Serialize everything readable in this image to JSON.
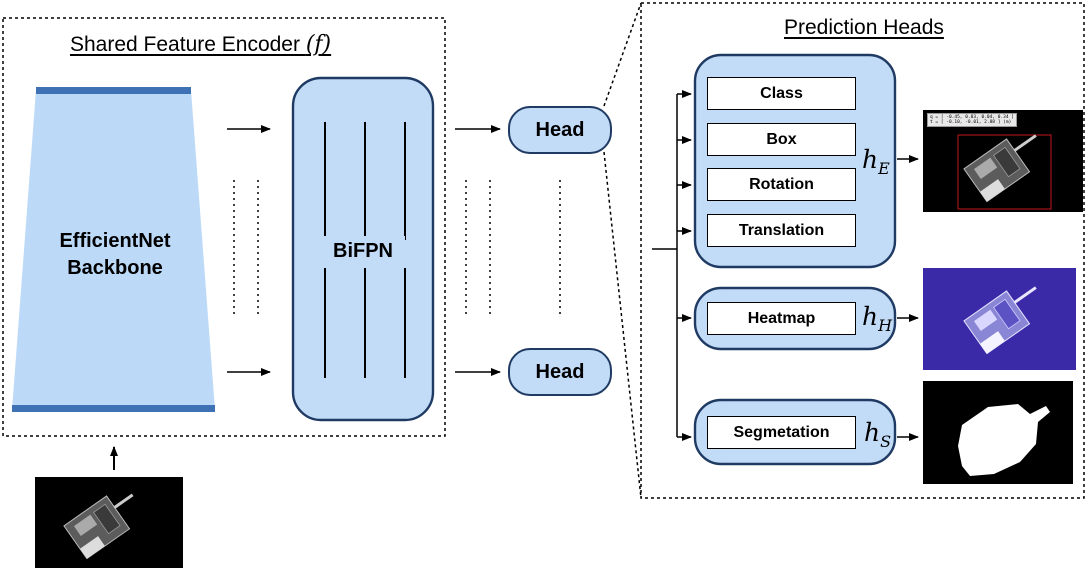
{
  "encoder": {
    "title_prefix": "Shared Feature Encoder ",
    "title_symbol": "(f)",
    "backbone_line1": "EfficientNet",
    "backbone_line2": "Backbone",
    "bifpn_label": "BiFPN",
    "head_top": "Head",
    "head_bottom": "Head"
  },
  "prediction_heads": {
    "title": "Prediction Heads",
    "group_e": {
      "items": [
        "Class",
        "Box",
        "Rotation",
        "Translation"
      ],
      "symbol": "h",
      "subscript": "E"
    },
    "group_h": {
      "items": [
        "Heatmap"
      ],
      "symbol": "h",
      "subscript": "H"
    },
    "group_s": {
      "items": [
        "Segmetation"
      ],
      "symbol": "h",
      "subscript": "S"
    }
  },
  "outputs": {
    "pose_annotation_line1": "q = [ -0.45, 0.83, 0.04, 0.34 ]",
    "pose_annotation_line2": "t = [ -0.10, -0.01, 2.88 ] (m)"
  },
  "colors": {
    "light_blue_fill": "#c2dbf7",
    "backbone_fill": "#bcdaf8",
    "backbone_bar": "#3f72b5",
    "head_border": "#1f3b63",
    "heatmap_bg": "#3a2aa8",
    "bbox_red": "#c0181c"
  }
}
